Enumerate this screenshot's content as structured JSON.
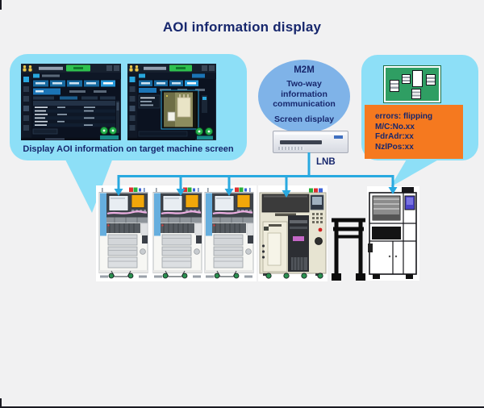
{
  "page": {
    "title": "AOI information display"
  },
  "left_bubble": {
    "caption": "Display AOI information on target machine screen"
  },
  "m2m_bubble": {
    "heading": "M2M",
    "body": "Two-way information communication",
    "footer": "Screen display"
  },
  "server": {
    "label": "LNB"
  },
  "error_box": {
    "lines": [
      "errors: flipping",
      "M/C:No.xx",
      "FdrAdr:xx",
      "NzlPos:xx"
    ]
  },
  "colors": {
    "background": "#f1f1f2",
    "navy_text": "#17276d",
    "bubble": "#8ddff7",
    "m2m_fill": "#7fb3e8",
    "error_orange": "#f5791f",
    "connector_cyan": "#29a9e0",
    "pcb_green": "#2f9e63"
  },
  "icons": {
    "pcb": "pcb-board-icon",
    "operator": "operator-icon",
    "tower_light": "tower-light-icon",
    "machines": [
      "mounter-machine-1",
      "mounter-machine-2",
      "mounter-machine-3",
      "modular-mounter-machine",
      "maintenance-cart",
      "aoi-inspection-machine"
    ]
  }
}
